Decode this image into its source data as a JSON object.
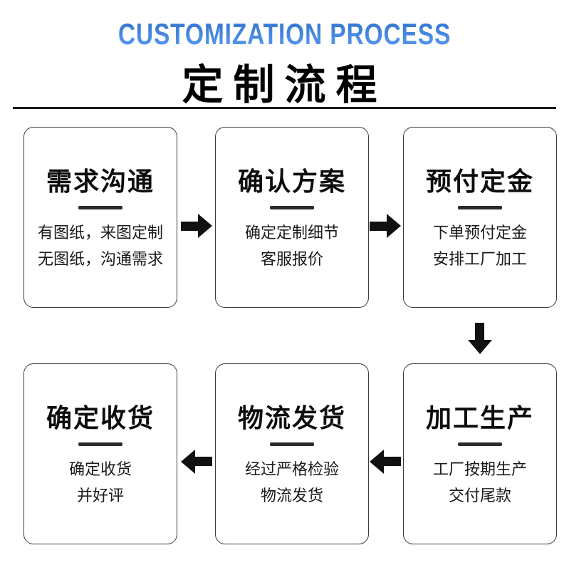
{
  "page": {
    "background_color": "#ffffff",
    "accent_blue_top": "#2e6fc9",
    "accent_blue_bottom": "#5d9cec",
    "ink_color": "#111111",
    "card_border_color": "#3a3a3a"
  },
  "header": {
    "title_en": "CUSTOMIZATION PROCESS",
    "title_zh": "定制流程"
  },
  "steps": [
    {
      "title": "需求沟通",
      "lines": [
        "有图纸，来图定制",
        "无图纸，沟通需求"
      ]
    },
    {
      "title": "确认方案",
      "lines": [
        "确定定制细节",
        "客服报价"
      ]
    },
    {
      "title": "预付定金",
      "lines": [
        "下单预付定金",
        "安排工厂加工"
      ]
    },
    {
      "title": "加工生产",
      "lines": [
        "工厂按期生产",
        "交付尾款"
      ]
    },
    {
      "title": "物流发货",
      "lines": [
        "经过严格检验",
        "物流发货"
      ]
    },
    {
      "title": "确定收货",
      "lines": [
        "确定收货",
        "并好评"
      ]
    }
  ],
  "flow": {
    "arrow_color": "#111111",
    "arrows": [
      {
        "from": "需求沟通",
        "to": "确认方案",
        "direction": "right"
      },
      {
        "from": "确认方案",
        "to": "预付定金",
        "direction": "right"
      },
      {
        "from": "预付定金",
        "to": "加工生产",
        "direction": "down"
      },
      {
        "from": "加工生产",
        "to": "物流发货",
        "direction": "left"
      },
      {
        "from": "物流发货",
        "to": "确定收货",
        "direction": "left"
      }
    ]
  }
}
